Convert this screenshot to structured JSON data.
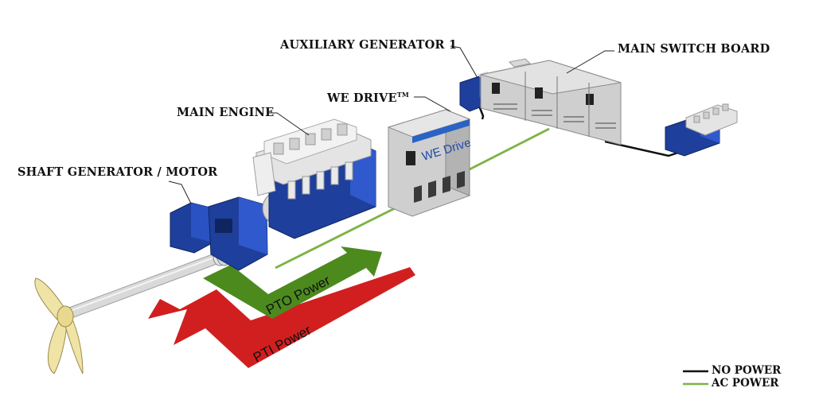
{
  "labels": {
    "shaft_generator": "SHAFT GENERATOR / MOTOR",
    "main_engine": "MAIN ENGINE",
    "we_drive": "WE DRIVE",
    "we_drive_tm": "TM",
    "auxiliary_generator": "AUXILIARY GENERATOR 1",
    "main_switch_board": "MAIN SWITCH BOARD"
  },
  "arrows": {
    "pto": "PTO Power",
    "pti": "PTI Power"
  },
  "device_text": {
    "we_drive_panel": "WE Drive"
  },
  "legend": {
    "no_power": "NO POWER",
    "ac_power": "AC POWER"
  },
  "colors": {
    "no_power_line": "#111111",
    "ac_power_line": "#7cb342",
    "pto_arrow": "#4c8a1e",
    "pti_arrow": "#d11f1f",
    "machinery_blue": "#1f3f9c",
    "cabinet_grey": "#c9c9c9",
    "propeller": "#efe3a6"
  }
}
